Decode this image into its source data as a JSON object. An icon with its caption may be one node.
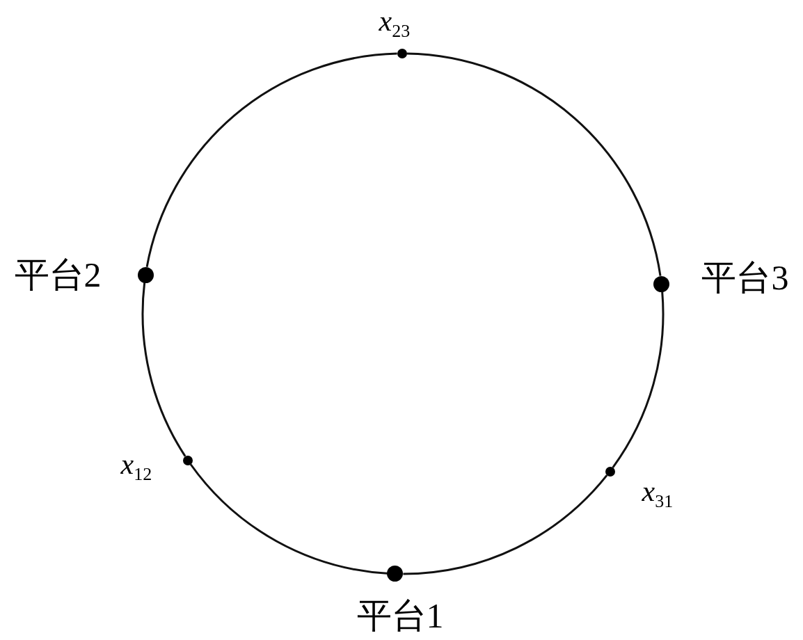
{
  "diagram": {
    "nodes": [
      {
        "text": [
          "*x*$_{23}$"
        ]
      },
      {
        "text": [
          "平台2"
        ]
      },
      {
        "text": [
          "平台3"
        ]
      },
      {
        "text": [
          "*x*$_{12}$"
        ]
      },
      {
        "text": [
          "*x*$_{31}$"
        ]
      },
      {
        "text": [
          "平台1"
        ]
      }
    ],
    "edges": [
      {
        "from": 5,
        "to": 3,
        "arrow": "none"
      },
      {
        "from": 3,
        "to": 1,
        "arrow": "none"
      },
      {
        "from": 1,
        "to": 0,
        "arrow": "none"
      },
      {
        "from": 0,
        "to": 2,
        "arrow": "none"
      },
      {
        "from": 2,
        "to": 4,
        "arrow": "none"
      },
      {
        "from": 4,
        "to": 5,
        "arrow": "none"
      }
    ]
  }
}
